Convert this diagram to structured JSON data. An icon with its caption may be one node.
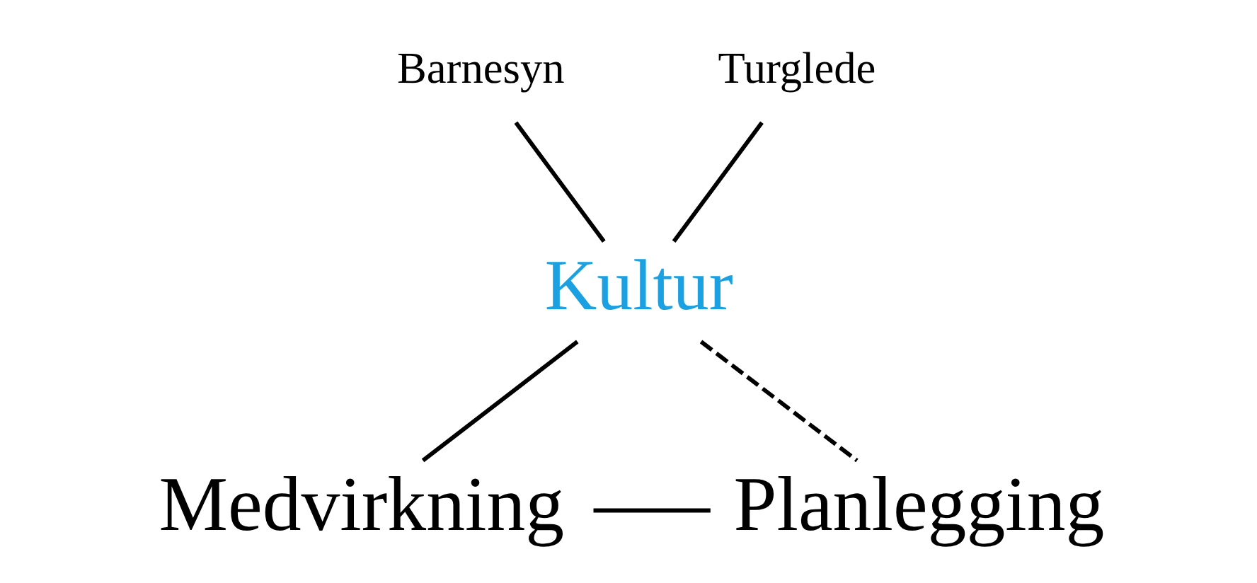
{
  "diagram": {
    "nodes": [
      {
        "text": [
          "Barnesyn"
        ]
      },
      {
        "text": [
          "Turglede"
        ]
      },
      {
        "text": [
          "Kultur"
        ]
      },
      {
        "text": [
          "Medvirkning"
        ]
      },
      {
        "text": [
          "Planlegging"
        ]
      }
    ],
    "edges": [
      {
        "from": 0,
        "to": 2,
        "arrow": "none"
      },
      {
        "from": 1,
        "to": 2,
        "arrow": "none"
      },
      {
        "from": 2,
        "to": 3,
        "arrow": "none"
      },
      {
        "from": 2,
        "to": 4,
        "arrow": "none",
        "style": "dashed"
      },
      {
        "from": 4,
        "to": 3,
        "arrow": "none"
      }
    ]
  }
}
